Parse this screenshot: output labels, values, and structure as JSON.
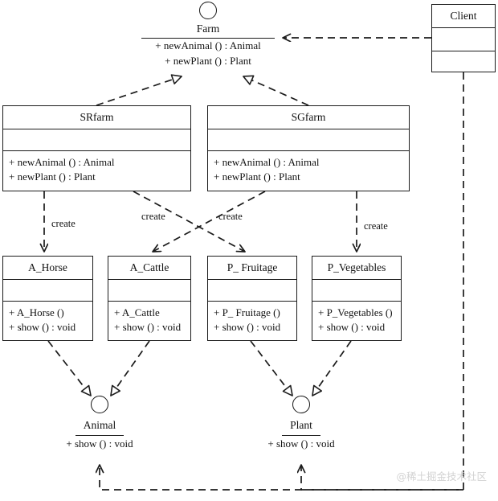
{
  "diagram": {
    "title": "Abstract Factory UML Class Diagram",
    "stroke_color": "#1b1b1b",
    "background_color": "#ffffff",
    "watermark": "@稀土掘金技术社区"
  },
  "client": {
    "name": "Client",
    "attributes": [],
    "operations": []
  },
  "farm": {
    "name": "Farm",
    "operations": [
      "+ newAnimal () : Animal",
      "+ newPlant () : Plant"
    ]
  },
  "factories": [
    {
      "key": "srfarm",
      "name": "SRfarm",
      "attributes": [],
      "operations": [
        "+ newAnimal () : Animal",
        "+ newPlant () : Plant"
      ]
    },
    {
      "key": "sgfarm",
      "name": "SGfarm",
      "attributes": [],
      "operations": [
        "+ newAnimal () : Animal",
        "+ newPlant () : Plant"
      ]
    }
  ],
  "products": [
    {
      "key": "a-horse",
      "name": "A_Horse",
      "attributes": [],
      "operations": [
        "+ A_Horse ()",
        "+ show () : void"
      ]
    },
    {
      "key": "a-cattle",
      "name": "A_Cattle",
      "attributes": [],
      "operations": [
        "+ A_Cattle",
        "+ show () : void"
      ]
    },
    {
      "key": "p-fruitage",
      "name": "P_ Fruitage",
      "attributes": [],
      "operations": [
        "+ P_ Fruitage ()",
        "+ show () : void"
      ]
    },
    {
      "key": "p-vegetables",
      "name": "P_Vegetables",
      "attributes": [],
      "operations": [
        "+ P_Vegetables ()",
        "+ show () : void"
      ]
    }
  ],
  "interfaces": [
    {
      "key": "animal",
      "name": "Animal",
      "operations": [
        "+ show () : void"
      ]
    },
    {
      "key": "plant",
      "name": "Plant",
      "operations": [
        "+ show () : void"
      ]
    }
  ],
  "edge_labels": {
    "create_1": "create",
    "create_2": "create",
    "create_3": "create",
    "create_4": "create"
  },
  "relationships": [
    {
      "from": "Client",
      "to": "Farm",
      "type": "dependency"
    },
    {
      "from": "SRfarm",
      "to": "Farm",
      "type": "realization"
    },
    {
      "from": "SGfarm",
      "to": "Farm",
      "type": "realization"
    },
    {
      "from": "SRfarm",
      "to": "A_Horse",
      "type": "create"
    },
    {
      "from": "SRfarm",
      "to": "P_ Fruitage",
      "type": "create"
    },
    {
      "from": "SGfarm",
      "to": "A_Cattle",
      "type": "create"
    },
    {
      "from": "SGfarm",
      "to": "P_Vegetables",
      "type": "create"
    },
    {
      "from": "A_Horse",
      "to": "Animal",
      "type": "realization"
    },
    {
      "from": "A_Cattle",
      "to": "Animal",
      "type": "realization"
    },
    {
      "from": "P_ Fruitage",
      "to": "Plant",
      "type": "realization"
    },
    {
      "from": "P_Vegetables",
      "to": "Plant",
      "type": "realization"
    },
    {
      "from": "Client",
      "to": "Animal",
      "type": "dependency"
    },
    {
      "from": "Client",
      "to": "Plant",
      "type": "dependency"
    }
  ]
}
